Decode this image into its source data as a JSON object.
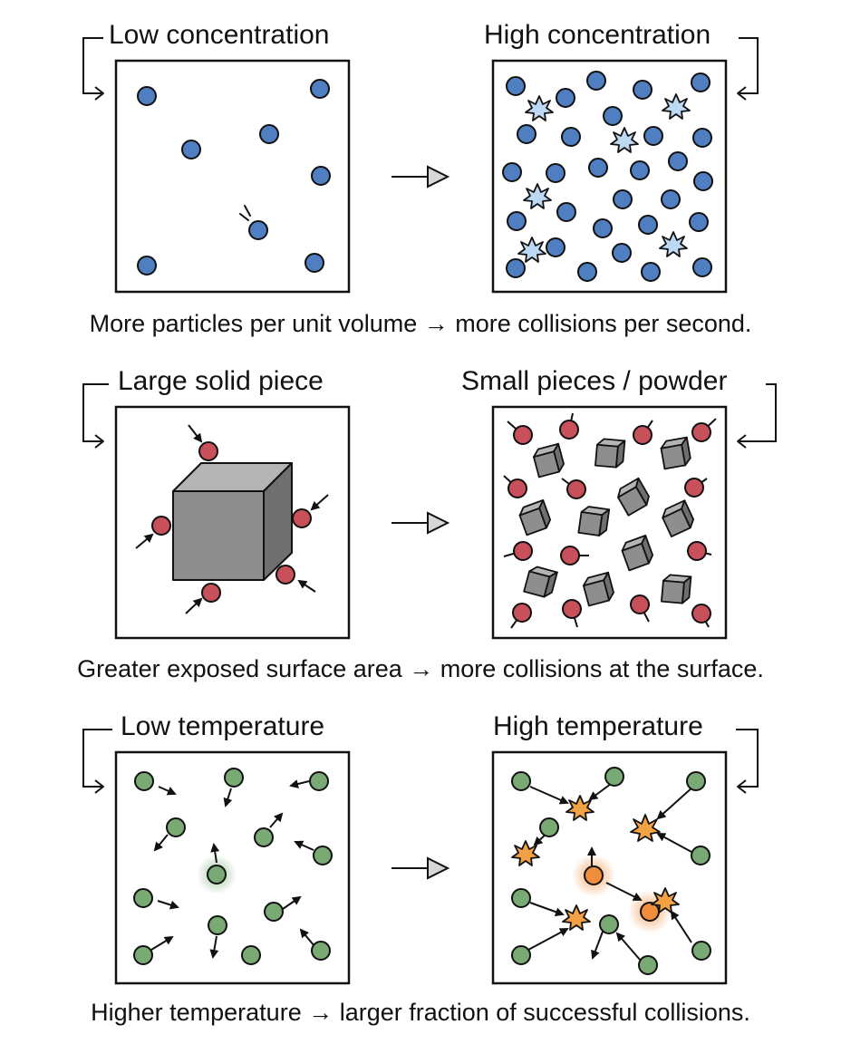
{
  "colors": {
    "blue_particle": "#4f7fc0",
    "red_particle": "#c8505a",
    "green_particle": "#7aaa74",
    "orange_particle": "#f08d3c",
    "solid_gray": "#8e8e8e"
  },
  "rows": [
    {
      "left_label": "Low concentration",
      "right_label": "High concentration",
      "caption": "More particles per unit volume → more collisions per second."
    },
    {
      "left_label": "Large solid piece",
      "right_label": "Small pieces / powder",
      "caption": "Greater exposed surface area → more collisions at the surface."
    },
    {
      "left_label": "Low temperature",
      "right_label": "High temperature",
      "caption": "Higher temperature → larger fraction of successful collisions."
    }
  ]
}
